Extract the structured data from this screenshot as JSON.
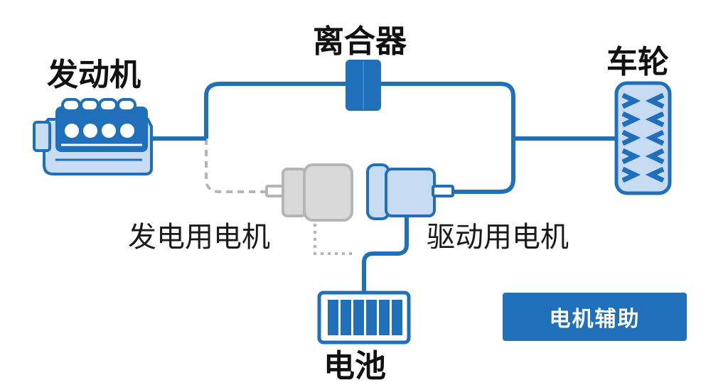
{
  "labels": {
    "engine": "发动机",
    "clutch": "离合器",
    "wheel": "车轮",
    "generator_motor": "发电用电机",
    "drive_motor": "驱动用电机",
    "battery": "电池"
  },
  "mode_badge": "电机辅助",
  "colors": {
    "active_line": "#1f6fba",
    "inactive_line": "#b5b5b5",
    "light_blue_fill": "#c7dcf3",
    "gray_fill": "#d9d9d9"
  }
}
